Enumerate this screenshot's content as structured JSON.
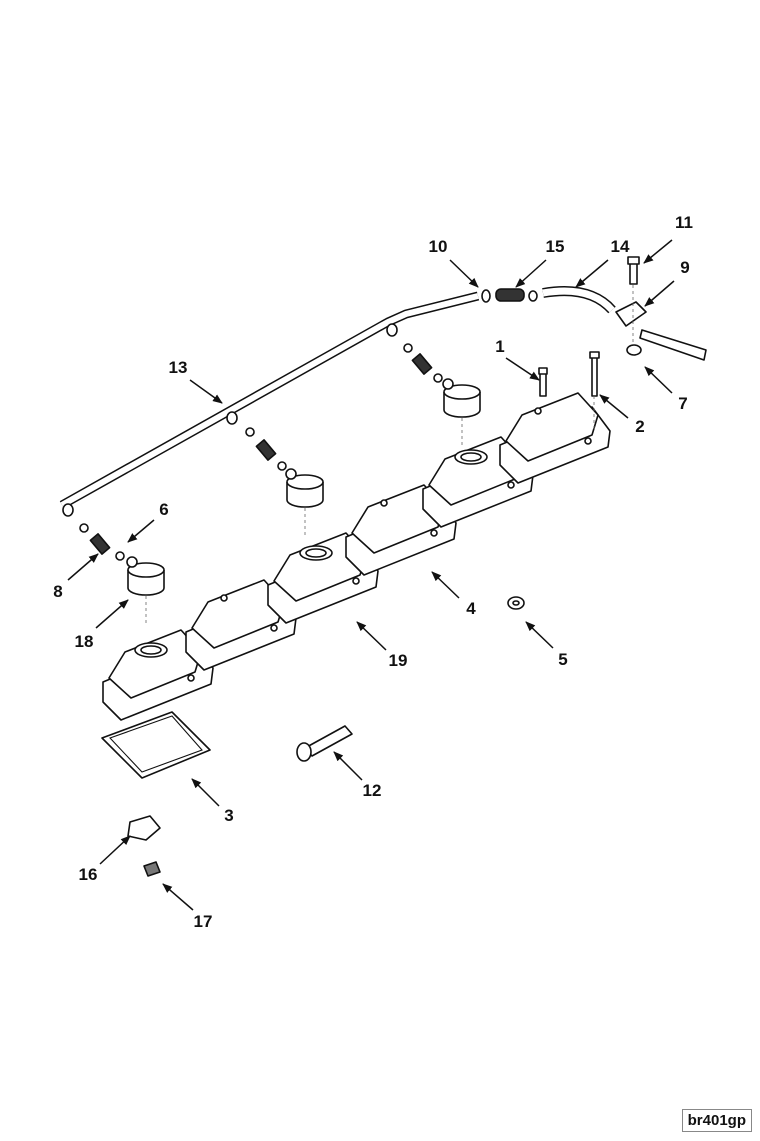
{
  "figure": {
    "reference_code": "br401gp",
    "callouts": [
      "1",
      "2",
      "3",
      "4",
      "5",
      "6",
      "7",
      "8",
      "9",
      "10",
      "11",
      "12",
      "13",
      "14",
      "15",
      "16",
      "17",
      "18",
      "19"
    ]
  }
}
